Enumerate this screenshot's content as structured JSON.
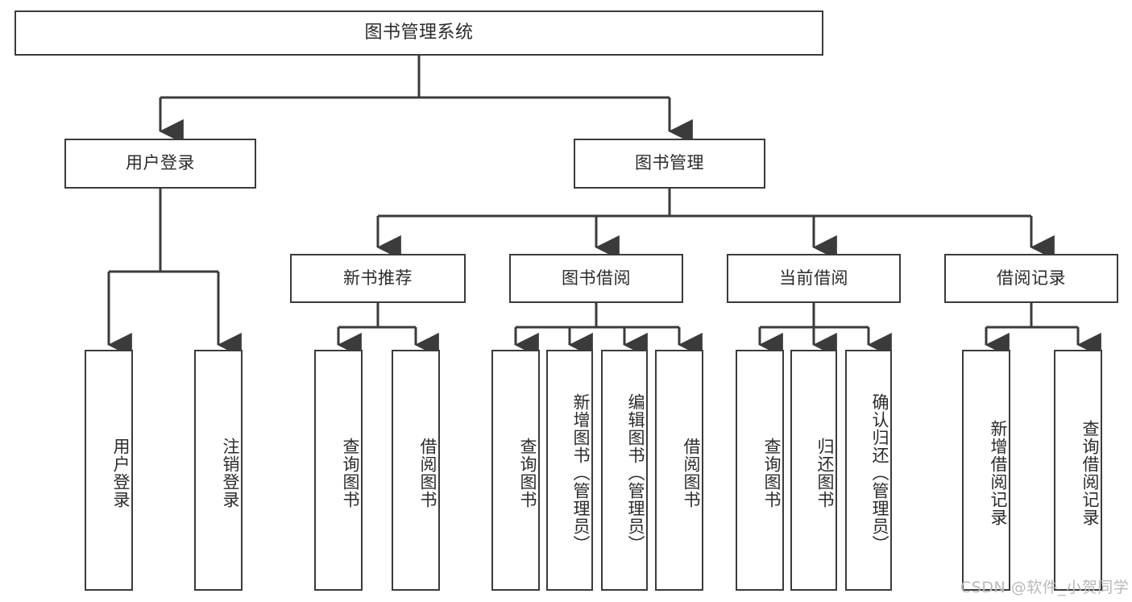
{
  "diagram": {
    "title": "图书管理系统",
    "type": "tree-hierarchy-diagram",
    "root": {
      "label": "图书管理系统"
    },
    "level2": [
      {
        "label": "用户登录"
      },
      {
        "label": "图书管理"
      }
    ],
    "level3": [
      {
        "label": "新书推荐"
      },
      {
        "label": "图书借阅"
      },
      {
        "label": "当前借阅"
      },
      {
        "label": "借阅记录"
      }
    ],
    "leaves_user_login": [
      {
        "label": "用户登录"
      },
      {
        "label": "注销登录"
      }
    ],
    "leaves_new_books": [
      {
        "label": "查询图书"
      },
      {
        "label": "借阅图书"
      }
    ],
    "leaves_borrow": [
      {
        "label": "查询图书"
      },
      {
        "label": "新增图书（管理员）"
      },
      {
        "label": "编辑图书（管理员）"
      },
      {
        "label": "借阅图书"
      }
    ],
    "leaves_current": [
      {
        "label": "查询图书"
      },
      {
        "label": "归还图书"
      },
      {
        "label": "确认归还（管理员）"
      }
    ],
    "leaves_records": [
      {
        "label": "新增借阅记录"
      },
      {
        "label": "查询借阅记录"
      }
    ],
    "watermark": "CSDN @软件_小贺同学",
    "colors": {
      "stroke": "#3b3b3b",
      "fill": "#ffffff",
      "text": "#2b2b2b",
      "watermark": "#b9b9b9"
    }
  }
}
